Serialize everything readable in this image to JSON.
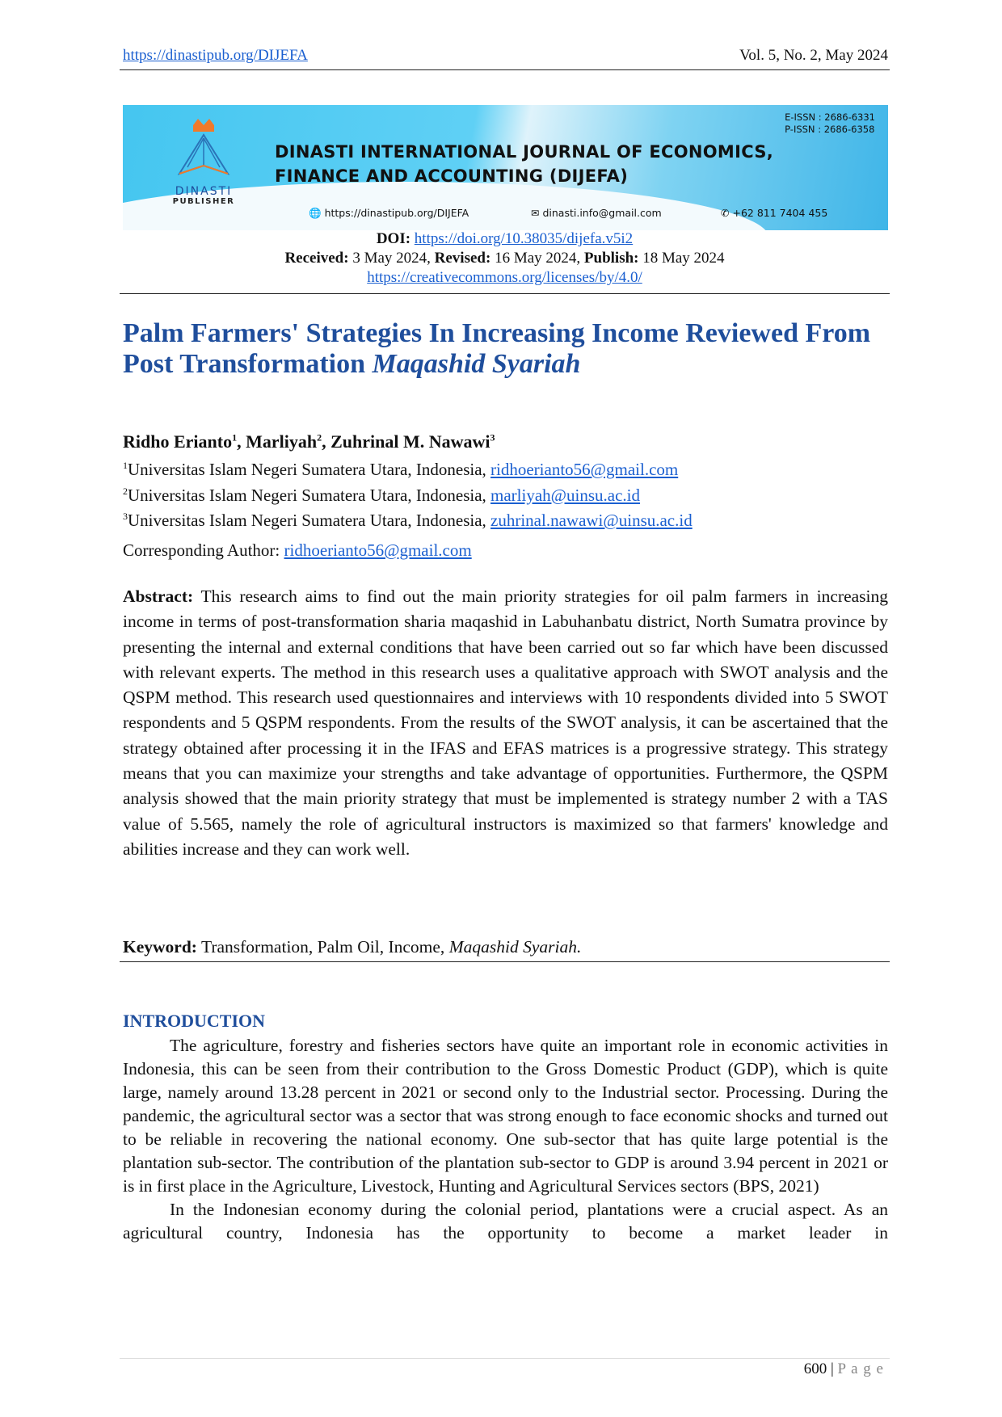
{
  "header": {
    "url": "https://dinastipub.org/DIJEFA",
    "volume": "Vol. 5, No. 2, May 2024"
  },
  "banner": {
    "logo_top": "DINASTI",
    "logo_bottom": "PUBLISHER",
    "journal_line1": "DINASTI INTERNATIONAL JOURNAL OF ECONOMICS,",
    "journal_line2": "FINANCE AND ACCOUNTING (DIJEFA)",
    "eissn": "E-ISSN : 2686-6331",
    "pissn": "P-ISSN : 2686-6358",
    "website": "https://dinastipub.org/DIJEFA",
    "email": "dinasti.info@gmail.com",
    "phone": "+62 811 7404 455"
  },
  "meta": {
    "doi_label": "DOI:",
    "doi": "https://doi.org/10.38035/dijefa.v5i2",
    "received_label": "Received:",
    "received": " 3 May 2024, ",
    "revised_label": "Revised:",
    "revised": " 16 May 2024, ",
    "publish_label": "Publish:",
    "publish": " 18 May 2024",
    "license": "https://creativecommons.org/licenses/by/4.0/"
  },
  "title": {
    "line1": "Palm Farmers' Strategies In Increasing Income Reviewed From",
    "line2_plain": "Post Transformation ",
    "line2_italic": "Maqashid Syariah"
  },
  "authors": [
    {
      "name": "Ridho Erianto",
      "sup": "1"
    },
    {
      "name": "Marliyah",
      "sup": "2"
    },
    {
      "name": "Zuhrinal M. Nawawi",
      "sup": "3"
    }
  ],
  "affiliations": [
    {
      "sup": "1",
      "text": "Universitas Islam Negeri Sumatera Utara, Indonesia, ",
      "email": "ridhoerianto56@gmail.com"
    },
    {
      "sup": "2",
      "text": "Universitas Islam Negeri Sumatera Utara, Indonesia, ",
      "email": "marliyah@uinsu.ac.id"
    },
    {
      "sup": "3",
      "text": "Universitas Islam Negeri Sumatera Utara, Indonesia, ",
      "email": "zuhrinal.nawawi@uinsu.ac.id"
    }
  ],
  "corresponding": {
    "label": "Corresponding Author: ",
    "email": "ridhoerianto56@gmail.com"
  },
  "abstract": {
    "label": "Abstract:",
    "text": " This research aims to find out the main priority strategies for oil palm farmers in increasing income in terms of post-transformation sharia maqashid in Labuhanbatu district, North Sumatra province by presenting the internal and external conditions that have been carried out so far which have been discussed with relevant experts. The method in this research uses a qualitative approach with SWOT analysis and the QSPM method. This research used questionnaires and interviews with 10 respondents divided into 5 SWOT respondents and 5 QSPM respondents. From the results of the SWOT analysis, it can be ascertained that the strategy obtained after processing it in the IFAS and EFAS matrices is a progressive strategy. This strategy means that you can maximize your strengths and take advantage of opportunities. Furthermore, the QSPM analysis showed that the main priority strategy that must be implemented is strategy number 2 with a TAS value of 5.565, namely the role of agricultural instructors is maximized so that farmers' knowledge and abilities increase and they can work well."
  },
  "keywords": {
    "label": "Keyword:",
    "text": " Transformation, Palm Oil, Income, ",
    "italic": "Maqashid Syariah."
  },
  "introduction": {
    "heading": "INTRODUCTION",
    "p1": "The agriculture, forestry and fisheries sectors have quite an important role in economic activities in Indonesia, this can be seen from their contribution to the Gross Domestic Product (GDP), which is quite large, namely around 13.28 percent in 2021 or second only to the Industrial sector. Processing. During the pandemic, the agricultural sector was a sector that was strong enough to face economic shocks and turned out to be reliable in recovering the national economy. One sub-sector that has quite large potential is the plantation sub-sector. The contribution of the plantation sub-sector to GDP is around 3.94 percent in 2021 or is in first place in the Agriculture, Livestock, Hunting and Agricultural Services sectors (BPS, 2021)",
    "p2": "In the Indonesian economy during the colonial period, plantations were a crucial aspect. As an agricultural country, Indonesia has the opportunity to become a market leader in"
  },
  "footer": {
    "page": "600",
    "sep": " | ",
    "label": "P a g e"
  }
}
